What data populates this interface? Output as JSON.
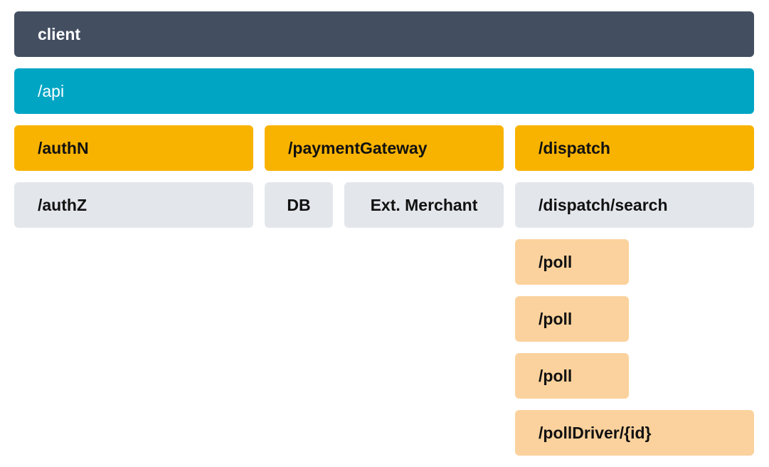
{
  "layers": {
    "client": "client",
    "api": "/api"
  },
  "services": {
    "authN": "/authN",
    "paymentGateway": "/paymentGateway",
    "dispatch": "/dispatch"
  },
  "sub_services": {
    "authZ": "/authZ",
    "db": "DB",
    "ext_merchant": "Ext. Merchant",
    "dispatch_search": "/dispatch/search"
  },
  "poll_calls": [
    "/poll",
    "/poll",
    "/poll"
  ],
  "poll_driver": "/pollDriver/{id}",
  "colors": {
    "client": "#434e61",
    "api": "#00a5c4",
    "service": "#f8b300",
    "sub_service": "#e3e6eb",
    "poll": "#fbd29d"
  }
}
